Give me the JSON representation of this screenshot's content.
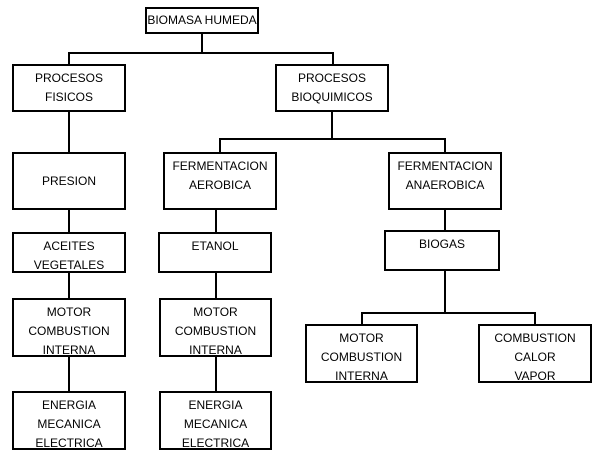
{
  "diagram": {
    "type": "flowchart",
    "title": "BIOMASA HUMEDA",
    "colors": {
      "background": "#ffffff",
      "line": "#000000",
      "text": "#000000"
    },
    "nodes": {
      "biomasa_humeda": {
        "lines": [
          "BIOMASA HUMEDA"
        ]
      },
      "procesos_fisicos": {
        "lines": [
          "PROCESOS",
          "FISICOS"
        ]
      },
      "procesos_bioquimicos": {
        "lines": [
          "PROCESOS",
          "BIOQUIMICOS"
        ]
      },
      "presion": {
        "lines": [
          "PRESION"
        ]
      },
      "fermentacion_aerobica": {
        "lines": [
          "FERMENTACION",
          "AEROBICA"
        ]
      },
      "fermentacion_anaerobica": {
        "lines": [
          "FERMENTACION",
          "ANAEROBICA"
        ]
      },
      "aceites_vegetales": {
        "lines": [
          "ACEITES",
          "VEGETALES"
        ]
      },
      "etanol": {
        "lines": [
          "ETANOL"
        ]
      },
      "biogas": {
        "lines": [
          "BIOGAS"
        ]
      },
      "motor_combustion_interna_fisicos": {
        "lines": [
          "MOTOR",
          "COMBUSTION",
          "INTERNA"
        ]
      },
      "motor_combustion_interna_etanol": {
        "lines": [
          "MOTOR",
          "COMBUSTION",
          "INTERNA"
        ]
      },
      "motor_combustion_interna_biogas": {
        "lines": [
          "MOTOR",
          "COMBUSTION",
          "INTERNA"
        ]
      },
      "energia_mecanica_electrica_fisicos": {
        "lines": [
          "ENERGIA",
          "MECANICA",
          "ELECTRICA"
        ]
      },
      "energia_mecanica_electrica_etanol": {
        "lines": [
          "ENERGIA",
          "MECANICA",
          "ELECTRICA"
        ]
      },
      "combustion_calor_vapor": {
        "lines": [
          "COMBUSTION",
          "CALOR",
          "VAPOR"
        ]
      }
    },
    "edges": [
      "BIOMASA HUMEDA -> PROCESOS FISICOS",
      "BIOMASA HUMEDA -> PROCESOS BIOQUIMICOS",
      "PROCESOS FISICOS -> PRESION",
      "PRESION -> ACEITES VEGETALES",
      "ACEITES VEGETALES -> MOTOR COMBUSTION INTERNA",
      "MOTOR COMBUSTION INTERNA -> ENERGIA MECANICA ELECTRICA",
      "PROCESOS BIOQUIMICOS -> FERMENTACION AEROBICA",
      "PROCESOS BIOQUIMICOS -> FERMENTACION ANAEROBICA",
      "FERMENTACION AEROBICA -> ETANOL",
      "ETANOL -> MOTOR COMBUSTION INTERNA",
      "MOTOR COMBUSTION INTERNA -> ENERGIA MECANICA ELECTRICA",
      "FERMENTACION ANAEROBICA -> BIOGAS",
      "BIOGAS -> MOTOR COMBUSTION INTERNA",
      "BIOGAS -> COMBUSTION CALOR VAPOR"
    ]
  }
}
